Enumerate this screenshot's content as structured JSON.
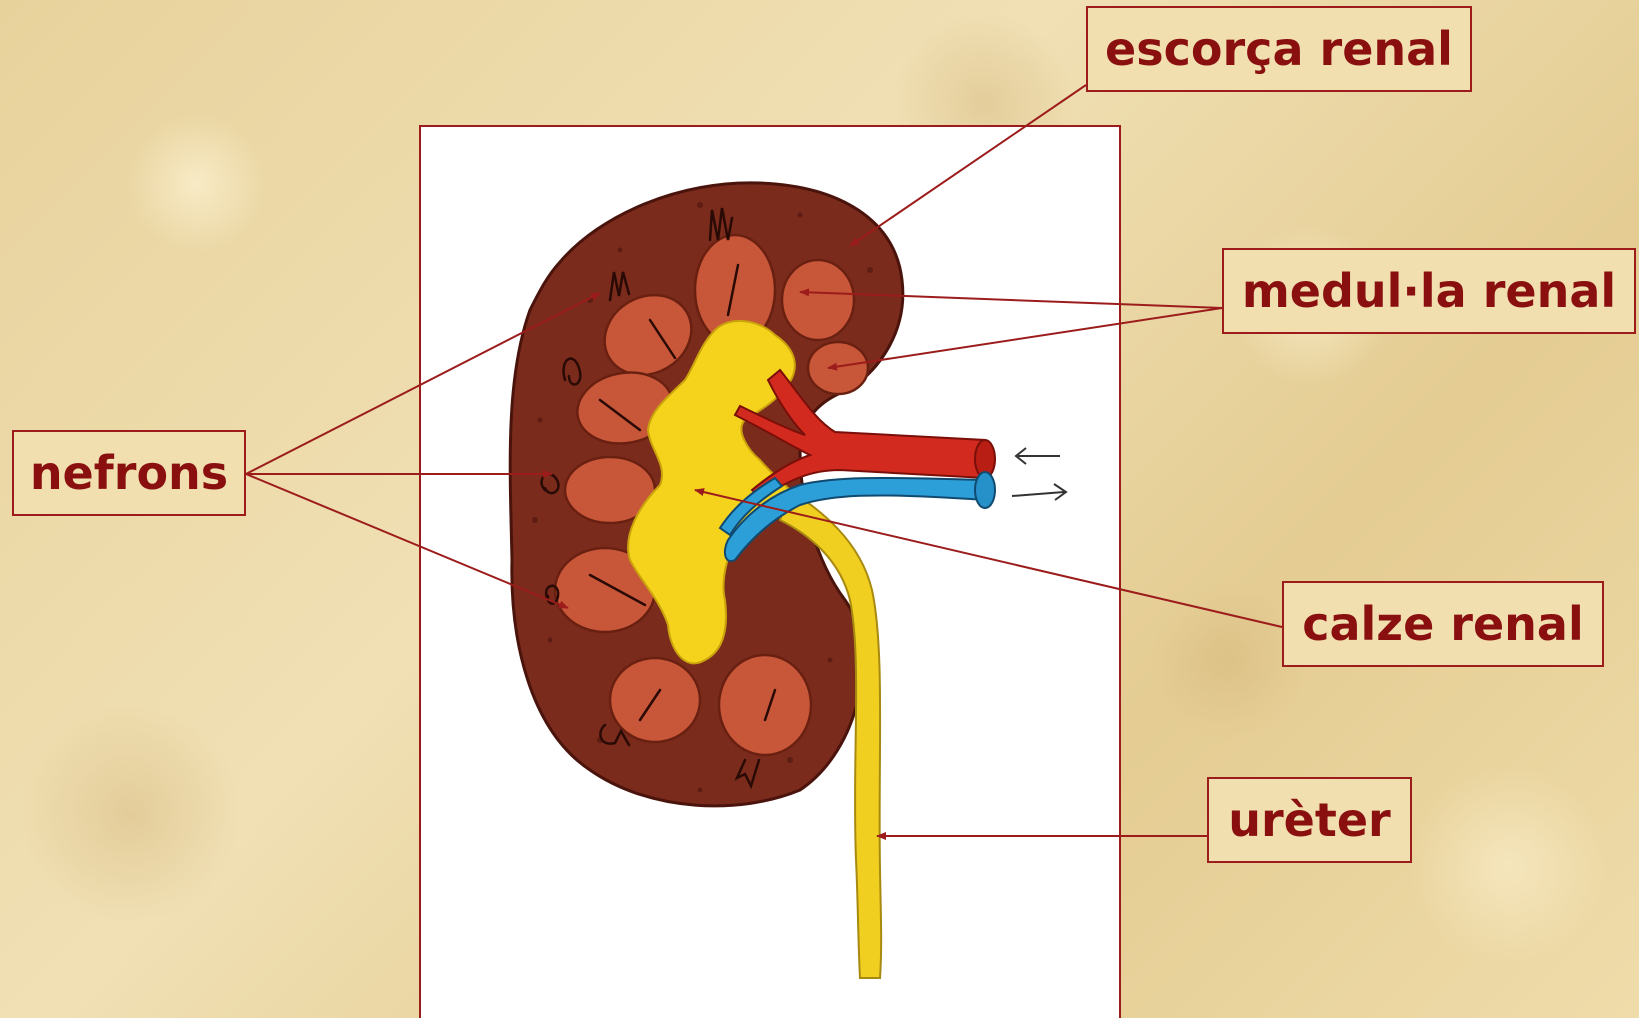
{
  "labels": {
    "cortex": "escorça renal",
    "medulla": "medul·la renal",
    "nephrons": "nefrons",
    "calyx": "calze renal",
    "ureter": "urèter"
  },
  "colors": {
    "cortex": "#7a2b1c",
    "medulla_pyramid": "#c8573a",
    "calyx": "#f5d21c",
    "ureter": "#f1cf20",
    "artery": "#d22a1e",
    "vein": "#2d9fd8",
    "leader_line": "#9c1c1c",
    "label_text": "#8a1010",
    "background": "#ecd9a6"
  },
  "icons": {
    "flow_in": "arrow-left-icon",
    "flow_out": "arrow-right-icon"
  }
}
